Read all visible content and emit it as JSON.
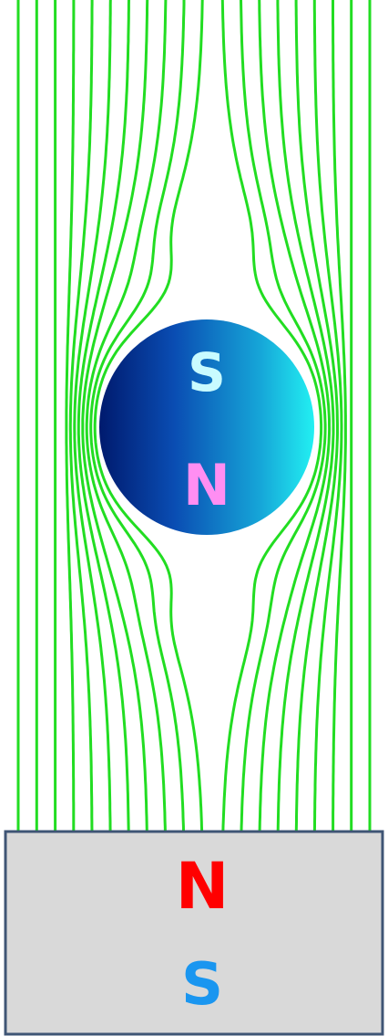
{
  "sphere": {
    "top_pole": "S",
    "bottom_pole": "N",
    "top_pole_color": "#c8fbff",
    "bottom_pole_color": "#ff8ef2",
    "gradient_colors": [
      "#001a6e",
      "#0a4db3",
      "#16a6d8",
      "#22f0f2"
    ]
  },
  "bar_magnet": {
    "top_pole": "N",
    "bottom_pole": "S",
    "top_pole_color": "#ff0000",
    "bottom_pole_color": "#1a96f0",
    "fill_color": "#d9d9d9",
    "border_color": "#3f5575"
  },
  "field_lines": {
    "color": "#22dd22",
    "count": 20
  }
}
